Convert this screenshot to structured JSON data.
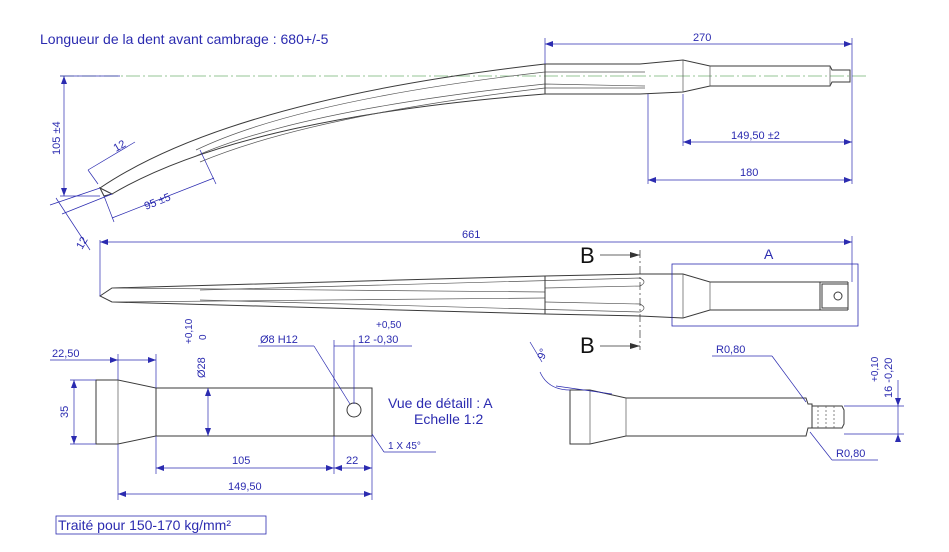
{
  "notes": {
    "length_before_bending": "Longueur de la dent avant cambrage : 680+/-5",
    "detail_view": "Vue de détaill : A",
    "detail_scale": "Echelle 1:2",
    "treatment": "Traité pour 150-170 kg/mm²"
  },
  "section_labels": {
    "top": "B",
    "bottom": "B",
    "detail": "A"
  },
  "dimensions": {
    "total_length": "270",
    "shank_length": "149,50 ±2",
    "straight_length": "180",
    "height": "105 ±4",
    "tip_width": "12",
    "tip_length": "95 ±5",
    "tip_thickness": "12",
    "side_length": "661",
    "hole_dia": "Ø8 H12",
    "hole_pos_tol_upper": "+0,50",
    "hole_pos": "12 -0,30",
    "shank_tol_upper": "+0,10",
    "shank_tol_lower": "0",
    "shank_dia": "Ø28",
    "shoulder_length": "22,50",
    "shoulder_dia": "35",
    "len_105": "105",
    "len_22": "22",
    "len_total": "149,50",
    "chamfer": "1 X 45°",
    "angle": "9°",
    "radius_top": "R0,80",
    "radius_bottom": "R0,80",
    "groove_tol_upper": "+0,10",
    "groove_dia": "16 -0,20"
  }
}
